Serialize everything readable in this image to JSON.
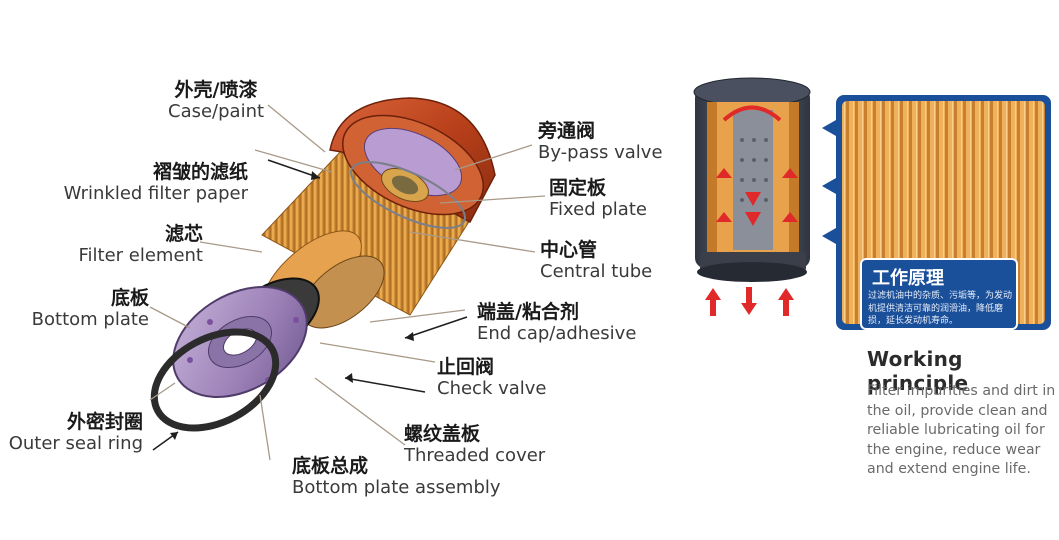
{
  "labels": {
    "case_paint": {
      "cn": "外壳/喷漆",
      "en": "Case/paint"
    },
    "wrinkled_filter_paper": {
      "cn": "褶皱的滤纸",
      "en": "Wrinkled filter paper"
    },
    "filter_element": {
      "cn": "滤芯",
      "en": "Filter element"
    },
    "bottom_plate": {
      "cn": "底板",
      "en": "Bottom plate"
    },
    "outer_seal_ring": {
      "cn": "外密封圈",
      "en": "Outer seal ring"
    },
    "bottom_plate_assembly": {
      "cn": "底板总成",
      "en": "Bottom plate assembly"
    },
    "threaded_cover": {
      "cn": "螺纹盖板",
      "en": "Threaded cover"
    },
    "check_valve": {
      "cn": "止回阀",
      "en": "Check valve"
    },
    "end_cap_adhesive": {
      "cn": "端盖/粘合剂",
      "en": "End cap/adhesive"
    },
    "central_tube": {
      "cn": "中心管",
      "en": "Central tube"
    },
    "fixed_plate": {
      "cn": "固定板",
      "en": "Fixed plate"
    },
    "bypass_valve": {
      "cn": "旁通阀",
      "en": "By-pass valve"
    }
  },
  "working_principle": {
    "badge_title": "工作原理",
    "badge_text": "过滤机油中的杂质、污垢等，为发动机提供清洁可靠的润滑油，降低磨损，延长发动机寿命。",
    "title": "Working principle",
    "description": "Filter impurities and dirt in the oil, provide clean and reliable lubricating oil for the engine, reduce wear and extend engine life."
  },
  "colors": {
    "case": "#b8401a",
    "paper": "#e6a64a",
    "bottom_plate": "#a68bc0",
    "seal": "#2b2b2b",
    "accent_blue": "#1a4f9a",
    "arrow_red": "#e02a2a"
  }
}
